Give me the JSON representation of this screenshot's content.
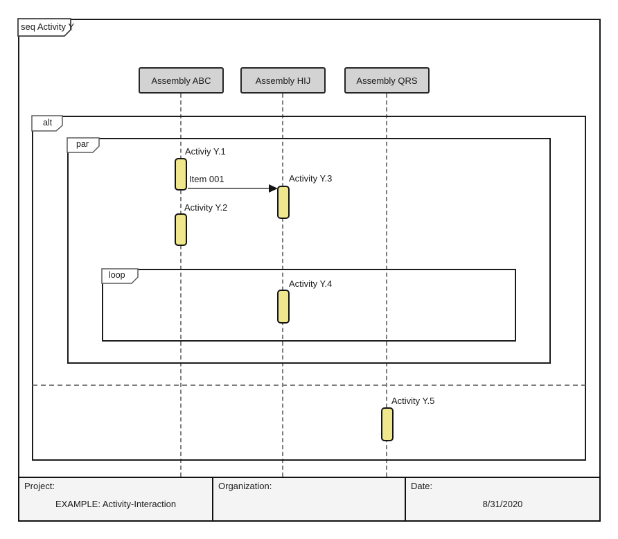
{
  "frame": {
    "label": "seq Activity Y"
  },
  "lifelines": [
    {
      "name": "Assembly ABC"
    },
    {
      "name": "Assembly HIJ"
    },
    {
      "name": "Assembly QRS"
    }
  ],
  "fragments": [
    {
      "operator": "alt"
    },
    {
      "operator": "par"
    },
    {
      "operator": "loop"
    }
  ],
  "activations": [
    {
      "label": "Activiy Y.1"
    },
    {
      "label": "Activity Y.2"
    },
    {
      "label": "Activity Y.3"
    },
    {
      "label": "Activity Y.4"
    },
    {
      "label": "Activity Y.5"
    }
  ],
  "message": {
    "label": "Item 001"
  },
  "titleblock": {
    "project_label": "Project:",
    "project_value": "EXAMPLE: Activity-Interaction",
    "organization_label": "Organization:",
    "date_label": "Date:",
    "date_value": "8/31/2020"
  },
  "colors": {
    "activation_fill": "#F0E68C",
    "lifeline_header_fill": "#D3D3D3",
    "titleblock_fill": "#F4F4F4",
    "frame_border": "#1A1A1A",
    "dashed_line": "#7D7D7D"
  }
}
